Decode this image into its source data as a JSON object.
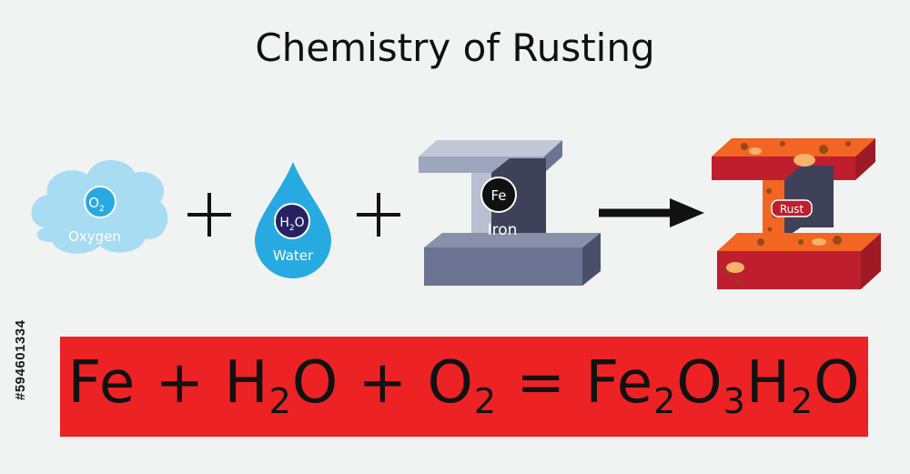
{
  "title": "Chemistry of Rusting",
  "stock_id": "#594601334",
  "reactants": {
    "oxygen": {
      "formula_main": "O",
      "formula_sub": "2",
      "label": "Oxygen"
    },
    "water": {
      "formula_main": "H",
      "formula_sub": "2",
      "formula_tail": "O",
      "label": "Water"
    },
    "iron": {
      "symbol": "Fe",
      "label": "Iron"
    }
  },
  "operators": {
    "plus": "+"
  },
  "product": {
    "label": "Rust"
  },
  "equation": {
    "fe": "Fe",
    "plus": "+",
    "h": "H",
    "two": "2",
    "o": "O",
    "three": "3",
    "equals": "="
  },
  "colors": {
    "background": "#f1f2f2",
    "cloud": "#a7dcf3",
    "water_drop": "#27aae1",
    "water_circle": "#262262",
    "beam_top": "#9ea6bd",
    "beam_side": "#6d7393",
    "beam_dark": "#3f4159",
    "rust_red": "#be1e2d",
    "rust_orange": "#f26522",
    "equation_bar": "#ed2224"
  }
}
